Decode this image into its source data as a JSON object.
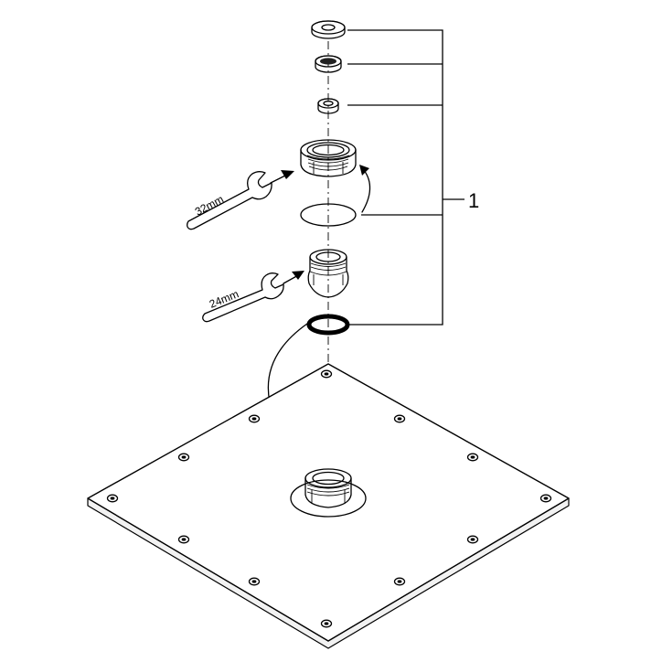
{
  "diagram": {
    "callout_label": "1",
    "wrench_large_label": "32mm",
    "wrench_small_label": "24mm"
  }
}
